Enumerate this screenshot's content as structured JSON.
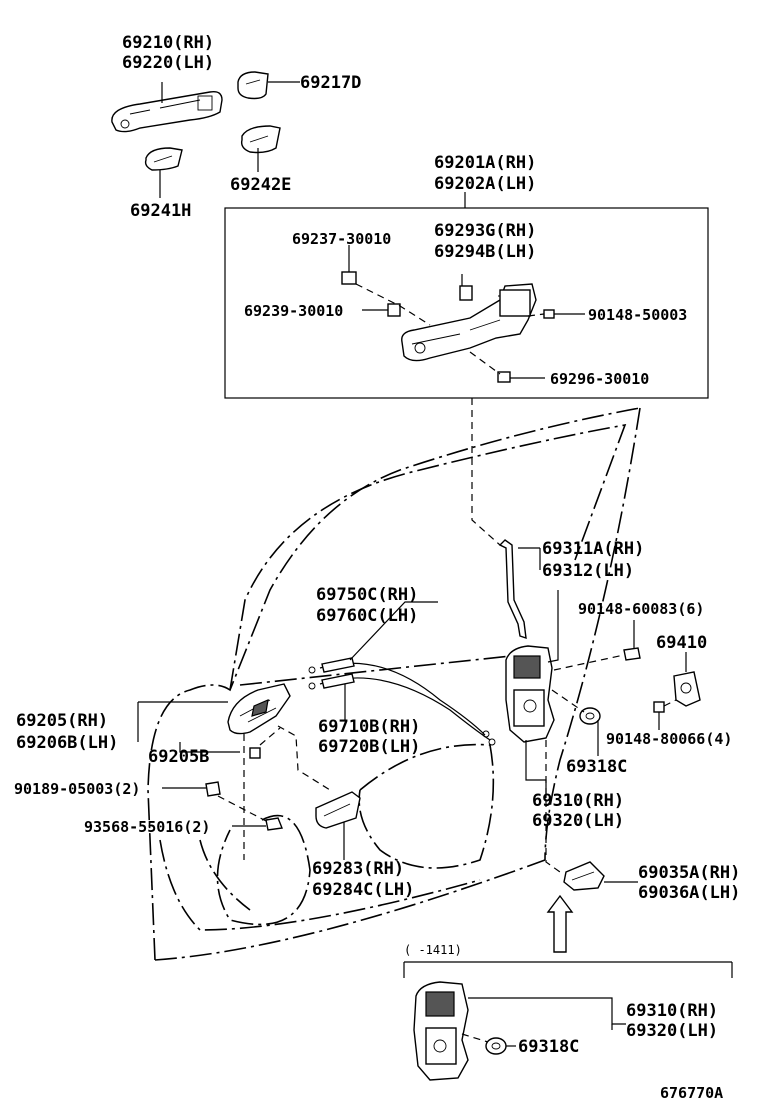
{
  "labels": {
    "p69210": "69210(RH)",
    "p69220": "69220(LH)",
    "p69217D": "69217D",
    "p69242E": "69242E",
    "p69241H": "69241H",
    "p69201A": "69201A(RH)",
    "p69202A": "69202A(LH)",
    "p69237": "69237-30010",
    "p69293G": "69293G(RH)",
    "p69294B": "69294B(LH)",
    "p69239": "69239-30010",
    "p90148_50003": "90148-50003",
    "p69296": "69296-30010",
    "p69311A": "69311A(RH)",
    "p69312": "69312(LH)",
    "p69750C": "69750C(RH)",
    "p69760C": "69760C(LH)",
    "p90148_60083": "90148-60083(6)",
    "p69410": "69410",
    "p69205": "69205(RH)",
    "p69206B": "69206B(LH)",
    "p69205B": "69205B",
    "p69710B": "69710B(RH)",
    "p69720B": "69720B(LH)",
    "p90148_80066": "90148-80066(4)",
    "p90189": "90189-05003(2)",
    "p69318C": "69318C",
    "p69310": "69310(RH)",
    "p69320": "69320(LH)",
    "p93568": "93568-55016(2)",
    "p69283": "69283(RH)",
    "p69284C": "69284C(LH)",
    "p69035A": "69035A(RH)",
    "p69036A": "69036A(LH)",
    "range": "(     -1411)",
    "p69310b": "69310(RH)",
    "p69320b": "69320(LH)",
    "p69318Cb": "69318C",
    "ref": "676770A"
  }
}
